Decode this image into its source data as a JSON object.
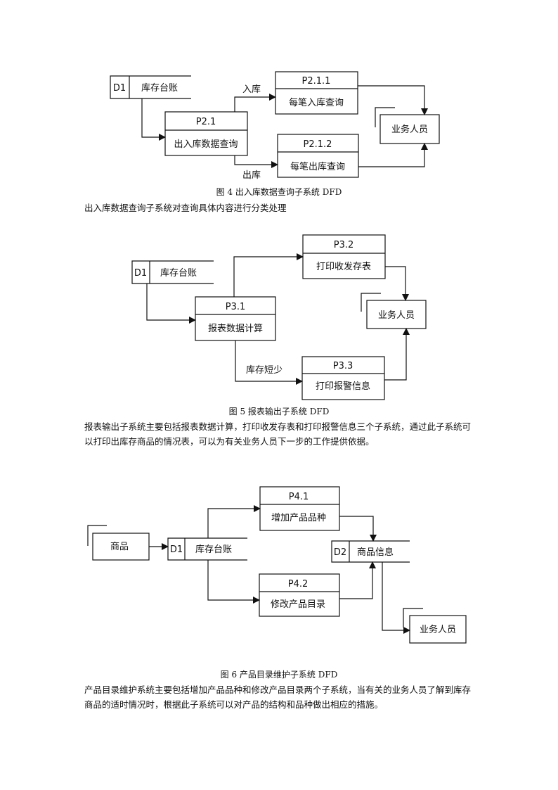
{
  "fig4": {
    "store": {
      "id": "D1",
      "name": "库存台账"
    },
    "main": {
      "id": "P2.1",
      "name": "出入库数据查询"
    },
    "sub1": {
      "id": "P2.1.1",
      "name": "每笔入库查询"
    },
    "sub2": {
      "id": "P2.1.2",
      "name": "每笔出库查询"
    },
    "entity": "业务人员",
    "flow_in": "入库",
    "flow_out": "出库",
    "caption": "图 4  出入库数据查询子系统 DFD",
    "text": "出入库数据查询子系统对查询具体内容进行分类处理"
  },
  "fig5": {
    "store": {
      "id": "D1",
      "name": "库存台账"
    },
    "main": {
      "id": "P3.1",
      "name": "报表数据计算"
    },
    "sub1": {
      "id": "P3.2",
      "name": "打印收发存表"
    },
    "sub2": {
      "id": "P3.3",
      "name": "打印报警信息"
    },
    "entity": "业务人员",
    "flow_short": "库存短少",
    "caption": "图 5  报表输出子系统 DFD",
    "text": "报表输出子系统主要包括报表数据计算，打印收发存表和打印报警信息三个子系统，通过此子系统可以打印出库存商品的情况表，可以为有关业务人员下一步的工作提供依据。"
  },
  "fig6": {
    "source": "商品",
    "store": {
      "id": "D1",
      "name": "库存台账"
    },
    "sub1": {
      "id": "P4.1",
      "name": "增加产品品种"
    },
    "sub2": {
      "id": "P4.2",
      "name": "修改产品目录"
    },
    "store2": {
      "id": "D2",
      "name": "商品信息"
    },
    "entity": "业务人员",
    "caption": "图 6  产品目录维护子系统 DFD",
    "text": "产品目录维护系统主要包括增加产品品种和修改产品目录两个子系统，当有关的业务人员了解到库存商品的适时情况时，根据此子系统可以对产品的结构和品种做出相应的措施。"
  }
}
